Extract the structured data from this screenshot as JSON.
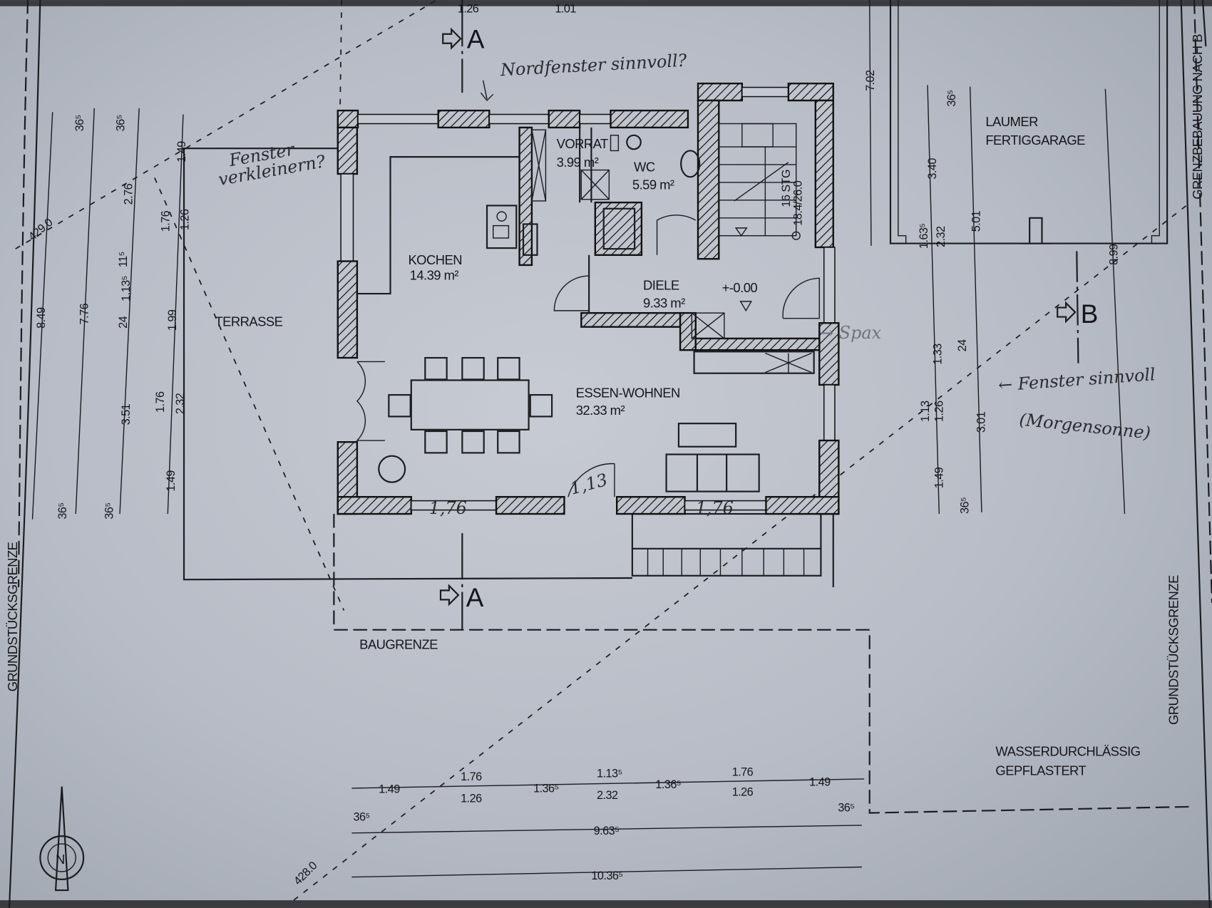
{
  "rooms": {
    "kochen": {
      "name": "KOCHEN",
      "area": "14.39 m²"
    },
    "vorrat": {
      "name": "VORRAT",
      "area": "3.99 m²"
    },
    "wc": {
      "name": "WC",
      "area": "5.59 m²"
    },
    "diele": {
      "name": "DIELE",
      "area": "9.33 m²",
      "level": "+-0.00"
    },
    "essen_wohnen": {
      "name": "ESSEN-WOHNEN",
      "area": "32.33 m²"
    },
    "terrasse": {
      "name": "TERRASSE"
    },
    "stairs": {
      "steps": "16 STG",
      "ratio": "18.4/26.0"
    }
  },
  "labels": {
    "garage_line1": "LAUMER",
    "garage_line2": "FERTIGGARAGE",
    "baugrenze": "BAUGRENZE",
    "grundstuecksgrenze_left": "GRUNDSTÜCKSGRENZE",
    "grundstuecksgrenze_right": "GRUNDSTÜCKSGRENZE",
    "grenzbebauung": "GRENZBEBAUUNG NACH B",
    "pflaster_line1": "WASSERDURCHLÄSSIG",
    "pflaster_line2": "GEPFLASTERT",
    "section_a": "A",
    "section_b": "B",
    "height_top": "429.0",
    "height_bottom": "428.0",
    "north": "N"
  },
  "handwritten": {
    "nordfenster": "Nordfenster sinnvoll?",
    "fenster_verkleinern_1": "Fenster",
    "fenster_verkleinern_2": "verkleinern?",
    "fenster_sinnvoll": "← Fenster sinnvoll",
    "morgensonne": "(Morgensonne)",
    "spax": "→ Spax",
    "door_width": "1,13",
    "window_left": "1,76",
    "window_right": "1,76"
  },
  "dimensions": {
    "top_clipped": [
      "1.26",
      "1.01"
    ],
    "left": {
      "total_outer": "8.49",
      "total_inner": "7.76",
      "col3": [
        "36⁵",
        "2.76",
        "11⁵",
        "1.13⁵",
        "24",
        "3.51",
        "36⁵"
      ],
      "col2_top": "36⁵",
      "col4": [
        "1.49",
        "1.76",
        "1.26",
        "1.99",
        "1.76",
        "2.32",
        "1.49"
      ]
    },
    "right": {
      "garage_depth": "7.02",
      "col1": [
        "36⁵",
        "3.40",
        "1.63⁵",
        "2.32",
        "1.33",
        "1.13",
        "1.26",
        "1.49",
        "36⁵"
      ],
      "col2": [
        "5.01",
        "24",
        "3.01"
      ],
      "total": "8.99"
    },
    "bottom": {
      "row1": [
        "1.49",
        "1.76",
        "1.26",
        "1.36⁵",
        "1.13⁵",
        "2.32",
        "1.36⁵",
        "1.76",
        "1.26",
        "1.49"
      ],
      "wall_left": "36⁵",
      "wall_right": "36⁵",
      "inner": "9.63⁵",
      "outer": "10.36⁵"
    }
  }
}
